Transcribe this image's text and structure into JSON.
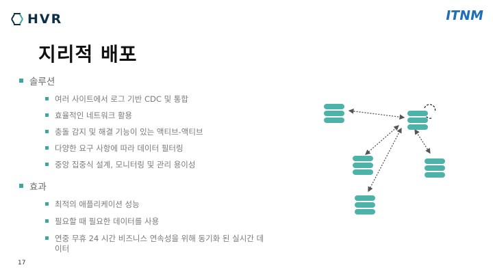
{
  "brand": {
    "left_logo": "HVR",
    "right_logo": "ITNM",
    "accent": "#3aa7a0",
    "db_color": "#4db3a9"
  },
  "slide": {
    "title": "지리적 배포",
    "sections": [
      {
        "label": "솔루션",
        "items": [
          "여러 사이트에서 로그 기반 CDC 및 통합",
          "효율적인 네트워크 활용",
          "충돌 감지 및 해결 기능이 있는 액티브-액티브",
          "다양한 요구 사항에 따라 데이터 필터링",
          "중앙 집중식 설계, 모니터링 및 관리 용이성"
        ]
      },
      {
        "label": "효과",
        "items": [
          "최적의 애플리케이션 성능",
          "필요할 때 필요한 데이터를 사용",
          "연중 무휴 24 시간 비즈니스 연속성을 위해 동기화 된 실시간 데이터"
        ]
      }
    ],
    "page_number": "17"
  }
}
